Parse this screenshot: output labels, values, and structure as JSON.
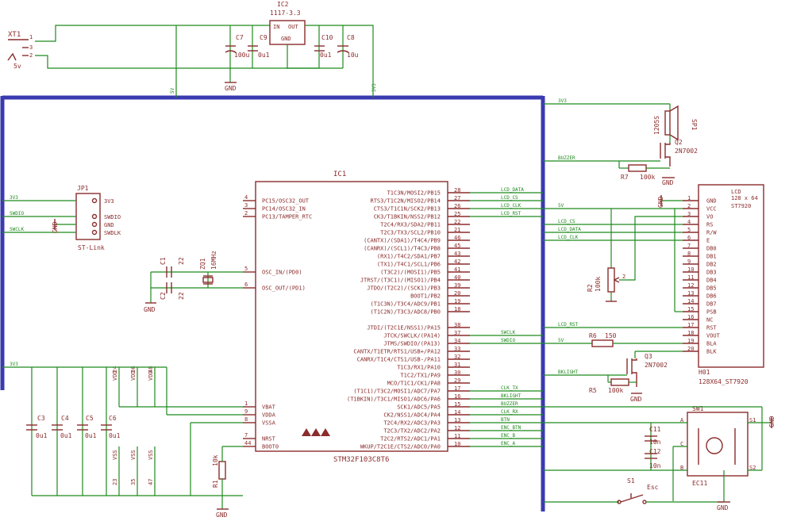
{
  "connector_xt1": {
    "name": "XT1",
    "pins": [
      "1",
      "3",
      "2"
    ],
    "voltage": "5v"
  },
  "regulator": {
    "name": "IC2",
    "part": "1117-3.3",
    "pin_in": "IN",
    "pin_out": "OUT",
    "pin_gnd": "GND"
  },
  "input_caps": [
    {
      "name": "C7",
      "value": "100u"
    },
    {
      "name": "C9",
      "value": "0u1"
    }
  ],
  "output_caps": [
    {
      "name": "C10",
      "value": "0u1"
    },
    {
      "name": "C8",
      "value": "10u"
    }
  ],
  "power_labels": {
    "gnd": "GND",
    "v5": "5V",
    "v3v3": "3V3",
    "net_3v3": "3V3"
  },
  "mcu": {
    "name": "IC1",
    "part": "STM32F103C8T6",
    "left_pins": [
      {
        "num": "4",
        "label": "PC15/OSC32_OUT"
      },
      {
        "num": "3",
        "label": "PC14/OSC32_IN"
      },
      {
        "num": "2",
        "label": "PC13/TAMPER_RTC"
      },
      {
        "num": "5",
        "label": "OSC_IN/(PD0)"
      },
      {
        "num": "6",
        "label": "OSC_OUT/(PD1)"
      },
      {
        "num": "1",
        "label": "VBAT"
      },
      {
        "num": "9",
        "label": "VDDA"
      },
      {
        "num": "8",
        "label": "VSSA"
      },
      {
        "num": "7",
        "label": "NRST"
      },
      {
        "num": "44",
        "label": "BOOT0"
      }
    ],
    "right_pins": [
      {
        "num": "28",
        "label": "T1C3N/MOSI2/PB15",
        "net": "LCD_DATA"
      },
      {
        "num": "27",
        "label": "RTS3/T1C2N/MISO2/PB14",
        "net": "LCD_CS"
      },
      {
        "num": "26",
        "label": "CTS3/T1C1N/SCK2/PB13",
        "net": "LCD_CLK"
      },
      {
        "num": "25",
        "label": "CK3/T1BKIN/NSS2/PB12",
        "net": "LCD_RST"
      },
      {
        "num": "22",
        "label": "T2C4/RX3/SDA2/PB11",
        "net": ""
      },
      {
        "num": "21",
        "label": "T2C3/TX3/SCL2/PB10",
        "net": ""
      },
      {
        "num": "46",
        "label": "(CANTX)/(SDA1)/T4C4/PB9",
        "net": ""
      },
      {
        "num": "45",
        "label": "(CANRX)/(SCL1)/T4C3/PB8",
        "net": ""
      },
      {
        "num": "43",
        "label": "(RX1)/T4C2/SDA1/PB7",
        "net": ""
      },
      {
        "num": "42",
        "label": "(TX1)/T4C1/SCL1/PB6",
        "net": ""
      },
      {
        "num": "41",
        "label": "(T3C2)/(MOSI1)/PB5",
        "net": ""
      },
      {
        "num": "40",
        "label": "JTRST/(T3C1)/(MISO1)/PB4",
        "net": ""
      },
      {
        "num": "39",
        "label": "JTDO/(T2C2)/(SCK1)/PB3",
        "net": ""
      },
      {
        "num": "20",
        "label": "BOOT1/PB2",
        "net": ""
      },
      {
        "num": "19",
        "label": "(T1C3N)/T3C4/ADC9/PB1",
        "net": ""
      },
      {
        "num": "18",
        "label": "(T1C2N)/T3C3/ADC8/PB0",
        "net": ""
      },
      {
        "num": "38",
        "label": "JTDI/(T2C1E/NSS1)/PA15",
        "net": ""
      },
      {
        "num": "37",
        "label": "JTCK/SWCLK/(PA14)",
        "net": "SWCLK"
      },
      {
        "num": "34",
        "label": "JTMS/SWDIO/(PA13)",
        "net": "SWDIO"
      },
      {
        "num": "33",
        "label": "CANTX/T1ETR/RTS1/USB+/PA12",
        "net": ""
      },
      {
        "num": "32",
        "label": "CANRX/T1C4/CTS1/USB-/PA11",
        "net": ""
      },
      {
        "num": "31",
        "label": "T1C3/RX1/PA10",
        "net": ""
      },
      {
        "num": "30",
        "label": "T1C2/TX1/PA9",
        "net": ""
      },
      {
        "num": "29",
        "label": "MCO/T1C1/CK1/PA8",
        "net": ""
      },
      {
        "num": "17",
        "label": "(T1C1)/T3C2/MOSI1/ADC7/PA7",
        "net": "CLK_TX"
      },
      {
        "num": "16",
        "label": "(T1BKIN)/T3C1/MISO1/ADC6/PA6",
        "net": "BKLIGHT"
      },
      {
        "num": "15",
        "label": "SCK1/ADC5/PA5",
        "net": "BUZZER"
      },
      {
        "num": "14",
        "label": "CK2/NSS1/ADC4/PA4",
        "net": "CLK_RX"
      },
      {
        "num": "13",
        "label": "T2C4/RX2/ADC3/PA3",
        "net": "BTN"
      },
      {
        "num": "12",
        "label": "T2C3/TX2/ADC2/PA2",
        "net": "ENC_BTN"
      },
      {
        "num": "11",
        "label": "T2C2/RTS2/ADC1/PA1",
        "net": "ENC_B"
      },
      {
        "num": "10",
        "label": "WKUP/T2C1E/CTS2/ADC0/PA0",
        "net": "ENC_A"
      }
    ],
    "supply_pins": [
      {
        "num": "24",
        "label": "VDD"
      },
      {
        "num": "36",
        "label": "VDD"
      },
      {
        "num": "48",
        "label": "VDD"
      },
      {
        "num": "23",
        "label": "VSS"
      },
      {
        "num": "35",
        "label": "VSS"
      },
      {
        "num": "47",
        "label": "VSS"
      }
    ]
  },
  "crystal": {
    "name": "ZQ1",
    "value": "16MHz"
  },
  "crystal_caps": [
    {
      "name": "C1",
      "value": "22"
    },
    {
      "name": "C2",
      "value": "22"
    }
  ],
  "decoupling_caps": [
    {
      "name": "C3",
      "value": "0u1"
    },
    {
      "name": "C4",
      "value": "0u1"
    },
    {
      "name": "C5",
      "value": "0u1"
    },
    {
      "name": "C6",
      "value": "0u1"
    }
  ],
  "reset_resistor": {
    "name": "R1",
    "value": "10k"
  },
  "stlink": {
    "name": "JP1",
    "caption": "ST-Link",
    "pins": [
      "3V3",
      "SWDIO",
      "GND",
      "SWDLK"
    ],
    "nets": [
      "3V3",
      "SWDIO",
      "GND",
      "SWCLK"
    ]
  },
  "buzzer": {
    "name": "SP1",
    "model": "1205S",
    "transistor": "Q2",
    "transistor_model": "2N7002",
    "resistor": "R7",
    "resistor_value": "100k",
    "net": "BUZZER"
  },
  "lcd": {
    "name": "H01",
    "part": "128X64_ST7920",
    "title_lines": [
      "LCD",
      "128 x 64",
      "ST7920"
    ],
    "pins": [
      {
        "num": "1",
        "label": "GND"
      },
      {
        "num": "2",
        "label": "VCC"
      },
      {
        "num": "3",
        "label": "VO"
      },
      {
        "num": "4",
        "label": "RS"
      },
      {
        "num": "5",
        "label": "R/W"
      },
      {
        "num": "6",
        "label": "E"
      },
      {
        "num": "7",
        "label": "DB0"
      },
      {
        "num": "8",
        "label": "DB1"
      },
      {
        "num": "9",
        "label": "DB2"
      },
      {
        "num": "10",
        "label": "DB3"
      },
      {
        "num": "11",
        "label": "DB4"
      },
      {
        "num": "12",
        "label": "DB5"
      },
      {
        "num": "13",
        "label": "DB6"
      },
      {
        "num": "14",
        "label": "DB7"
      },
      {
        "num": "15",
        "label": "PSB"
      },
      {
        "num": "16",
        "label": "NC"
      },
      {
        "num": "17",
        "label": "RST"
      },
      {
        "num": "18",
        "label": "VOUT"
      },
      {
        "num": "19",
        "label": "BLA"
      },
      {
        "num": "20",
        "label": "BLK"
      }
    ],
    "nets": [
      "5V",
      "LCD_CS",
      "LCD_DATA",
      "LCD_CLK",
      "LCD_RST",
      "5V",
      "BKLIGHT"
    ]
  },
  "contrast_pot": {
    "name": "R2",
    "value": "100k"
  },
  "backlight": {
    "transistor": "Q3",
    "transistor_model": "2N7002",
    "r_base": "R5",
    "r_base_value": "100k",
    "r_series": "R6",
    "r_series_value": "150"
  },
  "encoder": {
    "name": "SW1",
    "part": "EC11",
    "pins": [
      "A",
      "C",
      "B",
      "S1",
      "S2"
    ],
    "caps": [
      {
        "name": "C11",
        "value": "10n"
      },
      {
        "name": "C12",
        "value": "10n"
      }
    ]
  },
  "esc_button": {
    "name": "S1",
    "label": "Esc"
  }
}
